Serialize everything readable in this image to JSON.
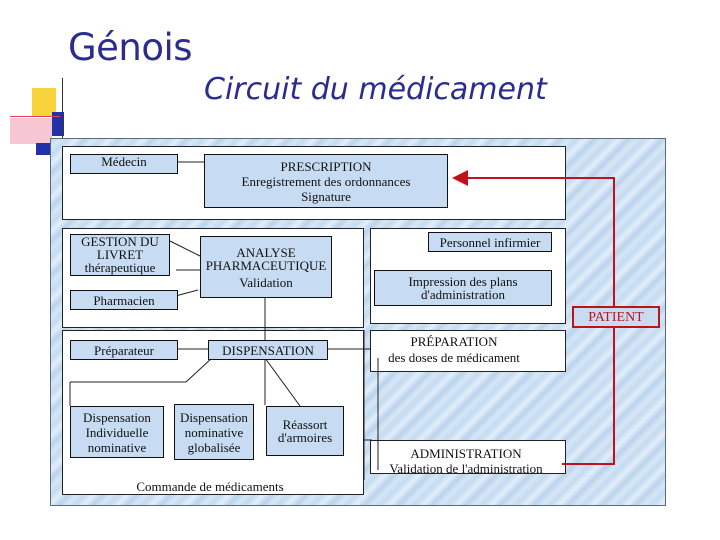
{
  "header": {
    "title": "Génois",
    "subtitle": "Circuit du médicament"
  },
  "diagram": {
    "medecin": "Médecin",
    "prescription": "PRESCRIPTION",
    "enregistrement": "Enregistrement des ordonnances",
    "signature": "Signature",
    "gestion_line1": "GESTION DU",
    "gestion_line2": "LIVRET",
    "gestion_line3": "thérapeutique",
    "analyse_line1": "ANALYSE",
    "analyse_line2": "PHARMACEUTIQUE",
    "validation": "Validation",
    "pharmacien": "Pharmacien",
    "personnel_infirmier": "Personnel infirmier",
    "impression_line1": "Impression des plans",
    "impression_line2": "d'administration",
    "patient": "PATIENT",
    "preparateur": "Préparateur",
    "dispensation": "DISPENSATION",
    "preparation": "PRÉPARATION",
    "doses": "des doses de médicament",
    "disp_indiv_line1": "Dispensation",
    "disp_indiv_line2": "Individuelle",
    "disp_indiv_line3": "nominative",
    "disp_glob_line1": "Dispensation",
    "disp_glob_line2": "nominative",
    "disp_glob_line3": "globalisée",
    "reassort_line1": "Réassort",
    "reassort_line2": "d'armoires",
    "commande": "Commande de médicaments",
    "administration": "ADMINISTRATION",
    "validation_admin": "Validation de l'administration"
  },
  "colors": {
    "title": "#2a2d8f",
    "box_fill": "#c7dcf3",
    "patient_arrow": "#c0121b",
    "deco_yellow": "#f7d23a",
    "deco_blue": "#2233aa",
    "deco_pink": "#f2b8c6"
  }
}
